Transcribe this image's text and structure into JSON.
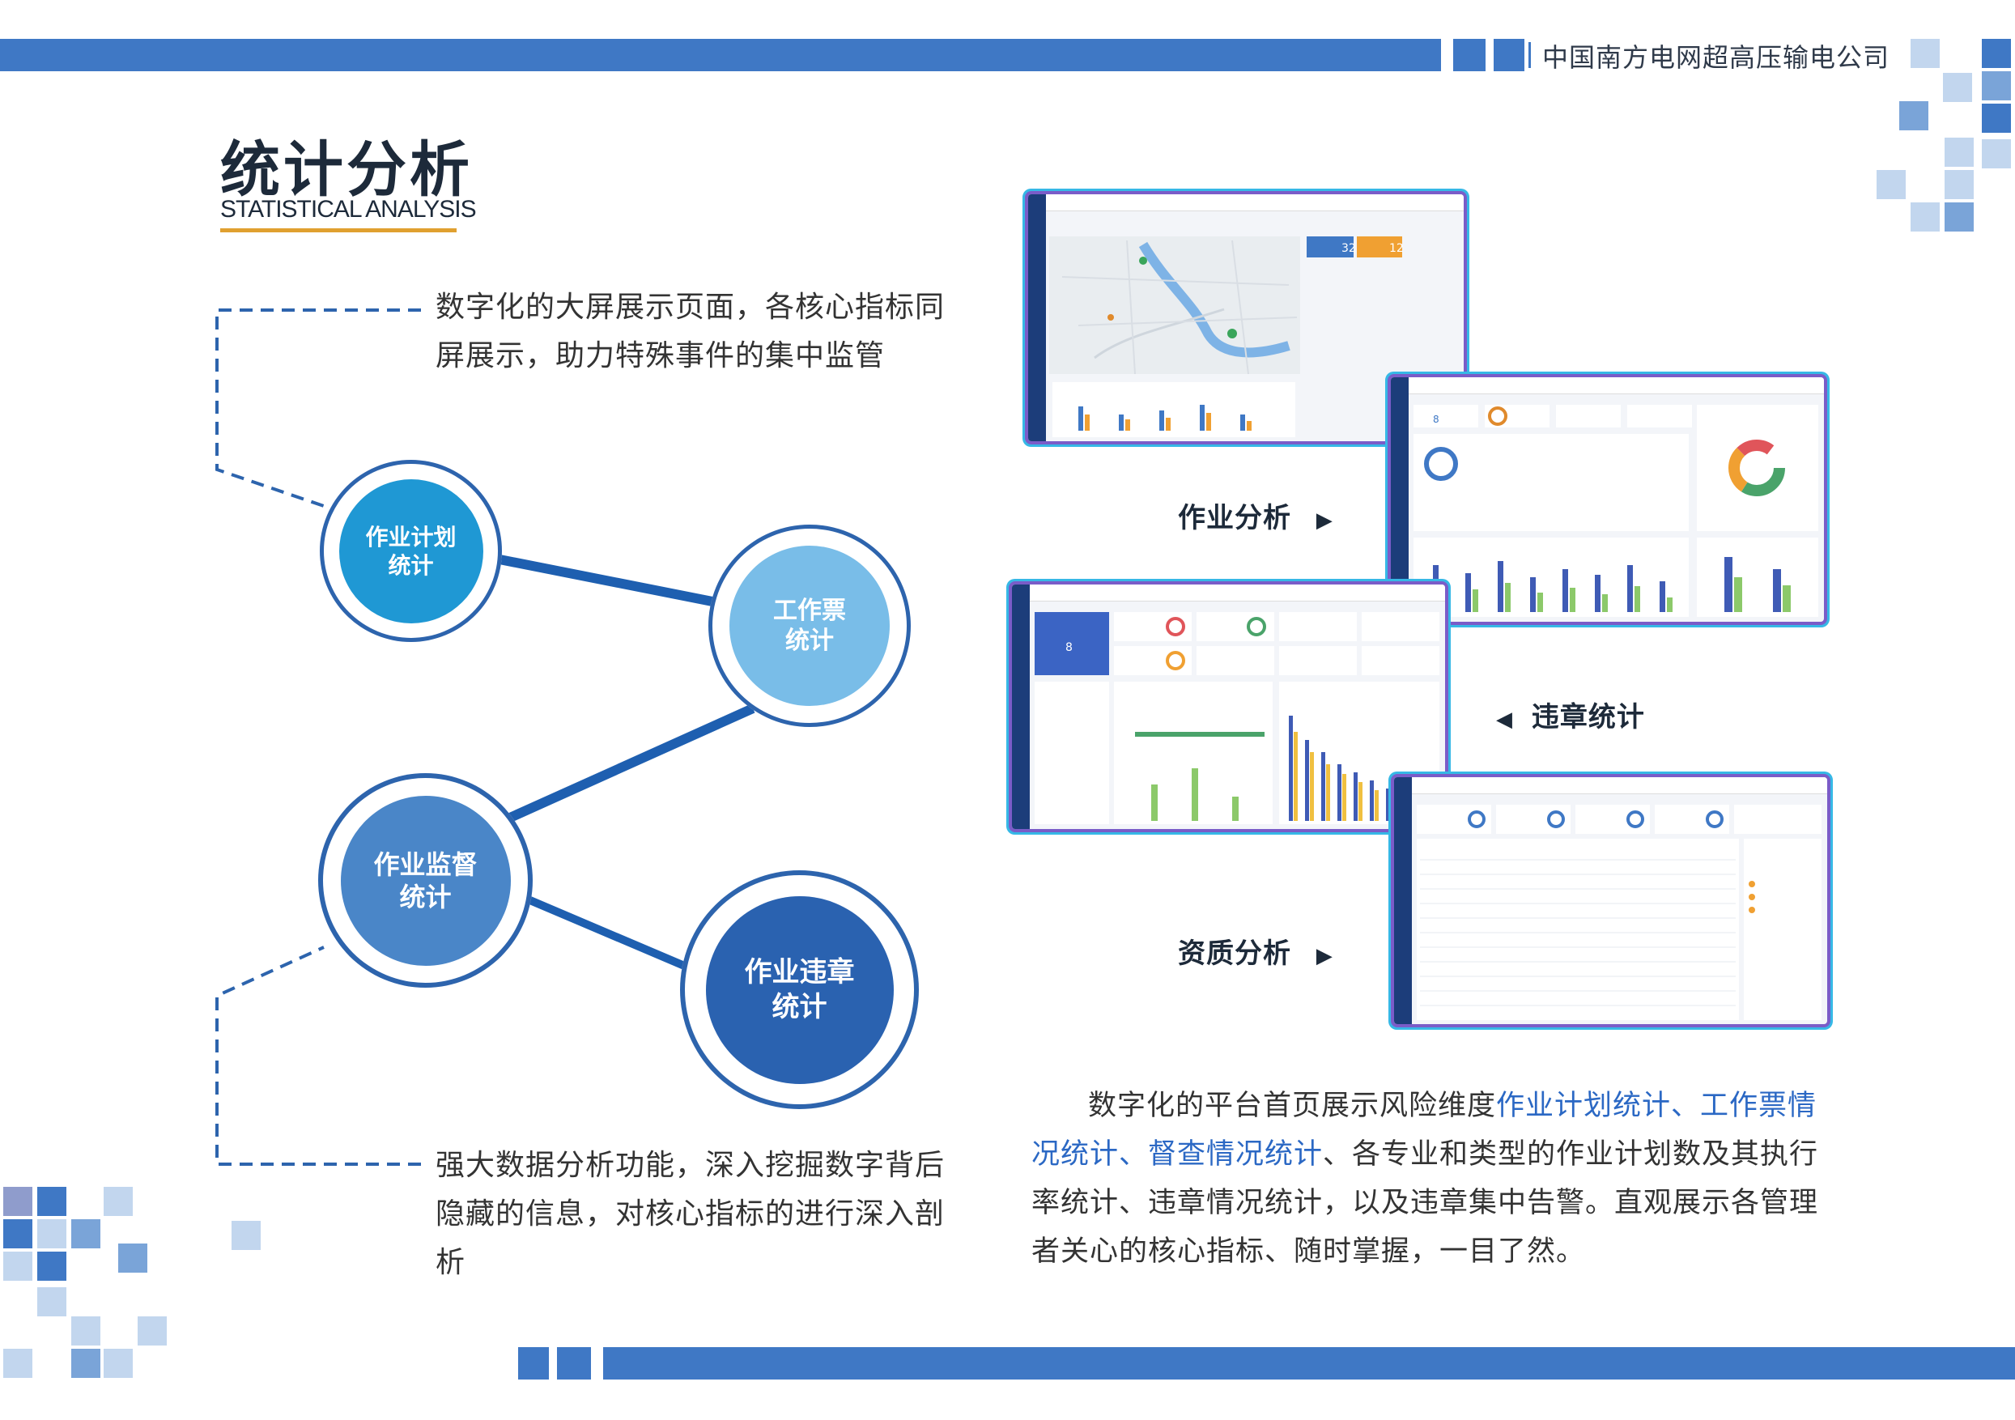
{
  "header": {
    "company": "中国南方电网超高压输电公司"
  },
  "section": {
    "title_cn": "统计分析",
    "title_en": "STATISTICAL ANALYSIS"
  },
  "left": {
    "para_top": "数字化的大屏展示页面，各核心指标同屏展示，助力特殊事件的集中监管",
    "para_bottom": "强大数据分析功能，深入挖掘数字背后隐藏的信息，对核心指标的进行深入剖析"
  },
  "circles": [
    {
      "label": "作业计划\n统计",
      "color": "#1f98d4"
    },
    {
      "label": "工作票\n统计",
      "color": "#79bde8"
    },
    {
      "label": "作业监督\n统计",
      "color": "#4a86c8"
    },
    {
      "label": "作业违章\n统计",
      "color": "#2a62b0"
    }
  ],
  "captions": {
    "work": "作业分析",
    "violation": "违章统计",
    "qualification": "资质分析"
  },
  "screens": {
    "num_32": "32",
    "num_12": "12",
    "num_8": "8"
  },
  "bottom_text": {
    "part1": "数字化的平台首页展示风险维度",
    "highlight": "作业计划统计、工作票情况统计、督查情况统计",
    "part2": "、各专业和类型的作业计划数及其执行率统计、违章情况统计，以及违章集中告警。直观展示各管理者关心的核心指标、随时掌握，一目了然。"
  },
  "colors": {
    "bar_blue": "#3f78c5",
    "accent_gold": "#e0a030",
    "dark_blue": "#2d64ad"
  }
}
